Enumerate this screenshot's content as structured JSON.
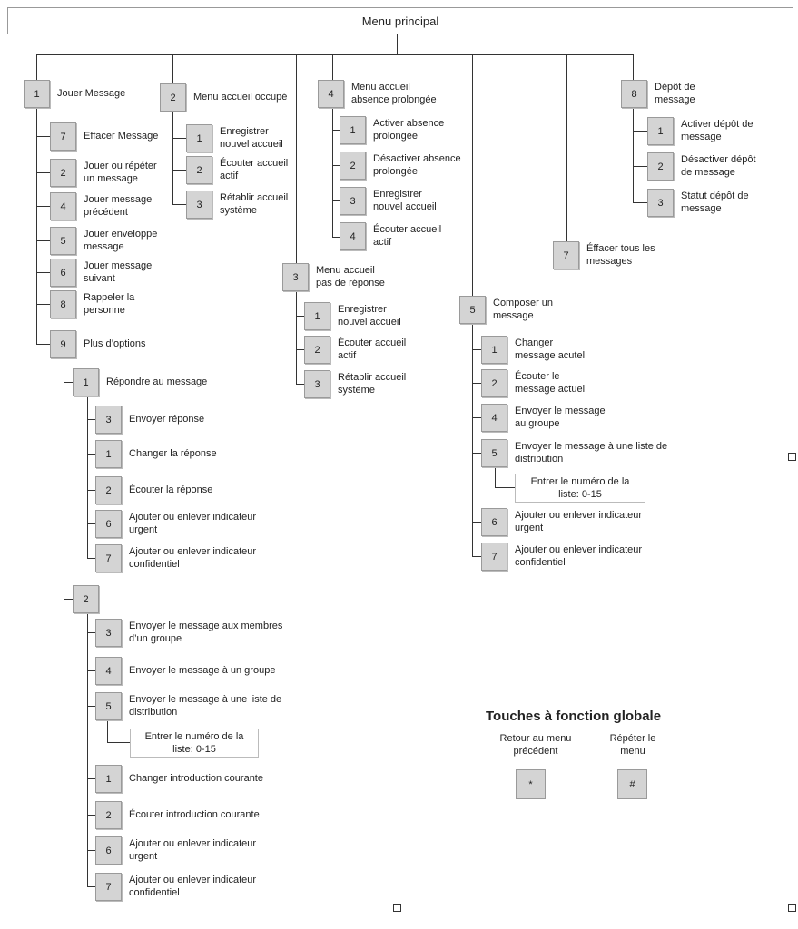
{
  "root_label": "Menu principal",
  "nodes": [
    {
      "key": "1",
      "label": "Jouer Message"
    },
    {
      "key": "7",
      "label": "Effacer Message"
    },
    {
      "key": "2",
      "label": "Jouer ou répéter\nun message"
    },
    {
      "key": "4",
      "label": "Jouer message\nprécédent"
    },
    {
      "key": "5",
      "label": "Jouer enveloppe\nmessage"
    },
    {
      "key": "6",
      "label": "Jouer message\nsuivant"
    },
    {
      "key": "8",
      "label": "Rappeler la\npersonne"
    },
    {
      "key": "9",
      "label": "Plus d’options"
    },
    {
      "key": "1",
      "label": "Répondre au message"
    },
    {
      "key": "3",
      "label": "Envoyer réponse"
    },
    {
      "key": "1",
      "label": "Changer la réponse"
    },
    {
      "key": "2",
      "label": "Écouter la réponse"
    },
    {
      "key": "6",
      "label": "Ajouter ou enlever indicateur\nurgent"
    },
    {
      "key": "7",
      "label": "Ajouter ou enlever indicateur\nconfidentiel"
    },
    {
      "key": "2",
      "label": ""
    },
    {
      "key": "3",
      "label": "Envoyer le message aux membres\nd’un groupe"
    },
    {
      "key": "4",
      "label": "Envoyer le message à un groupe"
    },
    {
      "key": "5",
      "label": "Envoyer le message à une liste de\ndistribution"
    },
    {
      "key": "1",
      "label": "Changer introduction courante"
    },
    {
      "key": "2",
      "label": "Écouter introduction courante"
    },
    {
      "key": "6",
      "label": "Ajouter ou enlever indicateur\nurgent"
    },
    {
      "key": "7",
      "label": "Ajouter ou enlever indicateur\nconfidentiel"
    },
    {
      "key": "2",
      "label": "Menu accueil occupé"
    },
    {
      "key": "1",
      "label": "Enregistrer\nnouvel accueil"
    },
    {
      "key": "2",
      "label": "Écouter accueil\nactif"
    },
    {
      "key": "3",
      "label": "Rétablir accueil\nsystème"
    },
    {
      "key": "4",
      "label": "Menu accueil\nabsence prolongée"
    },
    {
      "key": "1",
      "label": "Activer absence\nprolongée"
    },
    {
      "key": "2",
      "label": "Désactiver absence\nprolongée"
    },
    {
      "key": "3",
      "label": "Enregistrer\nnouvel accueil"
    },
    {
      "key": "4",
      "label": "Écouter accueil\nactif"
    },
    {
      "key": "3",
      "label": "Menu accueil\npas de réponse"
    },
    {
      "key": "1",
      "label": "Enregistrer\nnouvel accueil"
    },
    {
      "key": "2",
      "label": "Écouter accueil\nactif"
    },
    {
      "key": "3",
      "label": "Rétablir accueil\nsystème"
    },
    {
      "key": "5",
      "label": "Composer un\nmessage"
    },
    {
      "key": "1",
      "label": "Changer\nmessage acutel"
    },
    {
      "key": "2",
      "label": "Écouter le\nmessage actuel"
    },
    {
      "key": "4",
      "label": "Envoyer le message\nau groupe"
    },
    {
      "key": "5",
      "label": "Envoyer le message à une liste de\ndistribution"
    },
    {
      "key": "6",
      "label": "Ajouter ou enlever indicateur\nurgent"
    },
    {
      "key": "7",
      "label": "Ajouter ou enlever indicateur\nconfidentiel"
    },
    {
      "key": "7",
      "label": "Éffacer tous les\nmessages"
    },
    {
      "key": "8",
      "label": "Dépôt de\nmessage"
    },
    {
      "key": "1",
      "label": "Activer dépôt de\nmessage"
    },
    {
      "key": "2",
      "label": "Désactiver dépôt\nde message"
    },
    {
      "key": "3",
      "label": "Statut dépôt de\nmessage"
    }
  ],
  "entries": [
    "Entrer le numéro de la\nliste: 0-15",
    "Entrer le numéro de la\nliste: 0-15"
  ],
  "global_keys": {
    "title": "Touches à fonction globale",
    "back_label": "Retour au menu\nprécédent",
    "back_key": "*",
    "repeat_label": "Répéter le\nmenu",
    "repeat_key": "#"
  }
}
